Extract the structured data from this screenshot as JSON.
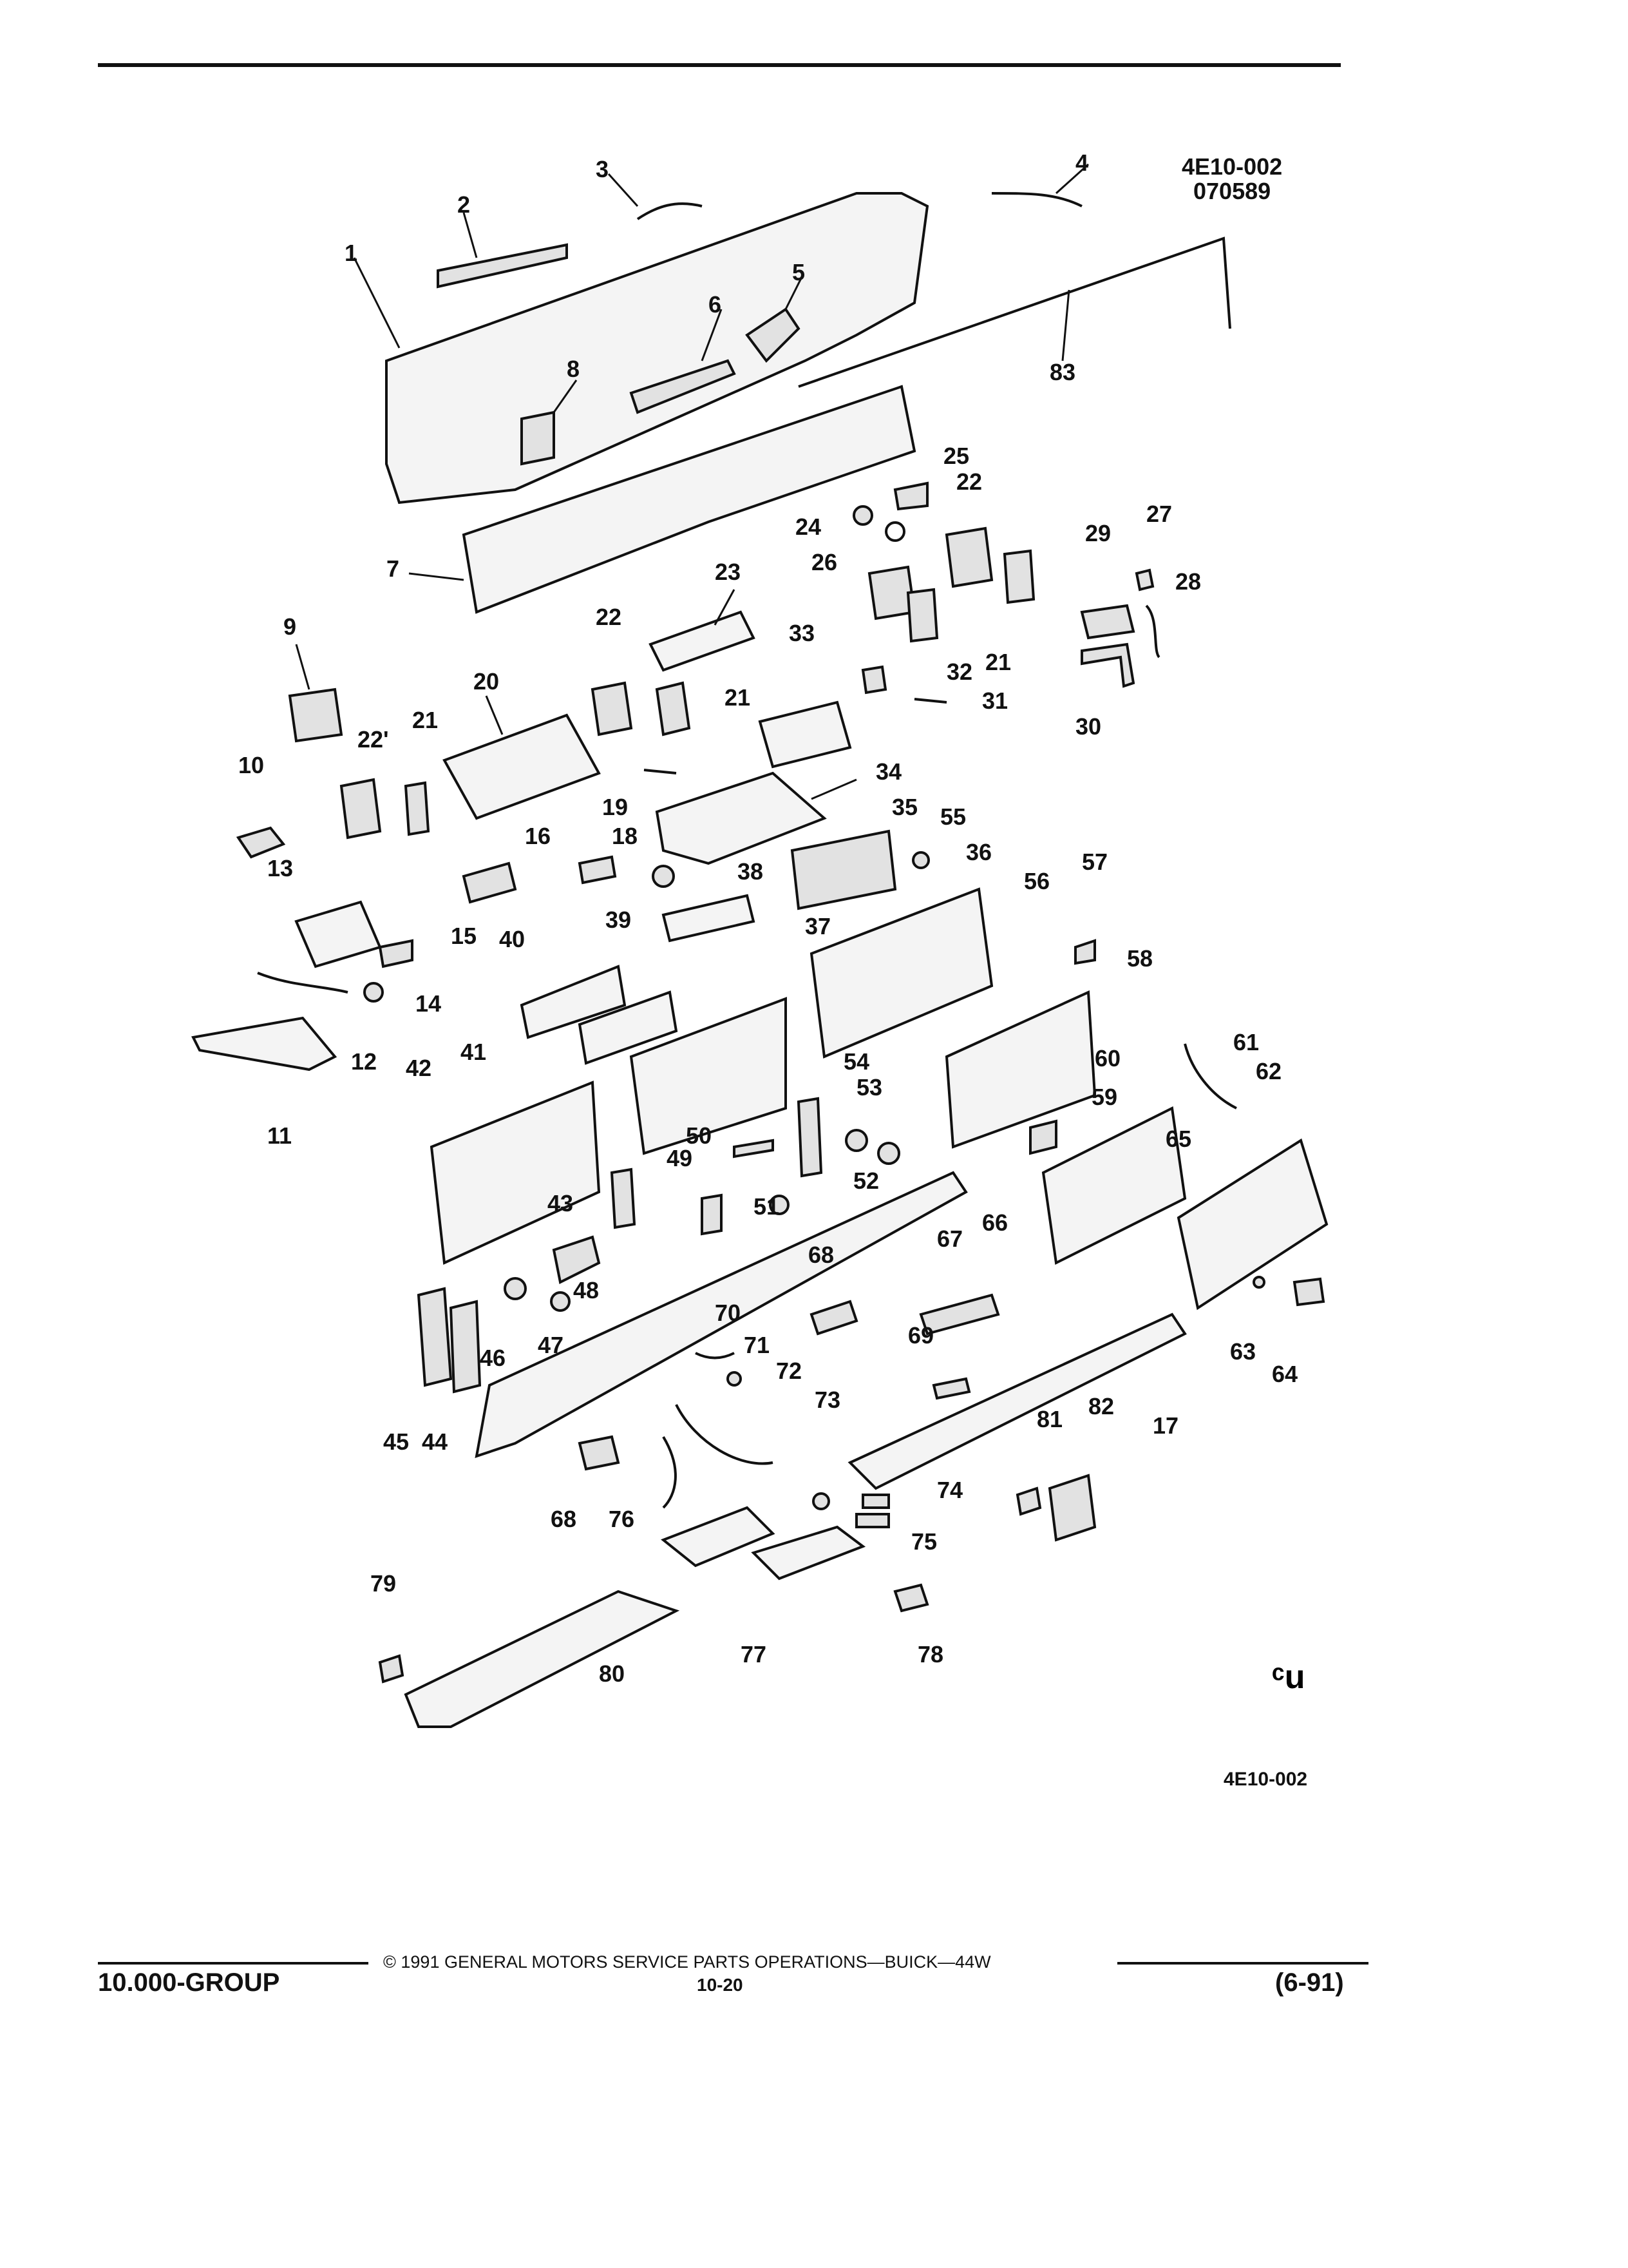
{
  "diagram": {
    "code_top_line1": "4E10-002",
    "code_top_line2": "070589",
    "code_bottom": "4E10-002",
    "callouts": [
      "1",
      "2",
      "3",
      "4",
      "5",
      "6",
      "7",
      "8",
      "9",
      "10",
      "11",
      "12",
      "13",
      "14",
      "15",
      "16",
      "17",
      "18",
      "19",
      "20",
      "21",
      "21",
      "21",
      "22",
      "22",
      "22'",
      "23",
      "24",
      "25",
      "26",
      "27",
      "28",
      "29",
      "30",
      "31",
      "32",
      "33",
      "34",
      "35",
      "36",
      "37",
      "38",
      "39",
      "40",
      "41",
      "42",
      "43",
      "44",
      "45",
      "46",
      "47",
      "48",
      "49",
      "50",
      "51",
      "52",
      "53",
      "54",
      "55",
      "56",
      "57",
      "58",
      "59",
      "60",
      "61",
      "62",
      "63",
      "64",
      "65",
      "66",
      "67",
      "68",
      "68",
      "69",
      "70",
      "71",
      "72",
      "73",
      "74",
      "75",
      "76",
      "77",
      "78",
      "79",
      "80",
      "81",
      "82",
      "83"
    ]
  },
  "footer": {
    "copyright": "© 1991 GENERAL MOTORS SERVICE PARTS OPERATIONS—BUICK—44W",
    "group": "10.000-GROUP",
    "page_number": "10-20",
    "revision": "(6-91)"
  }
}
